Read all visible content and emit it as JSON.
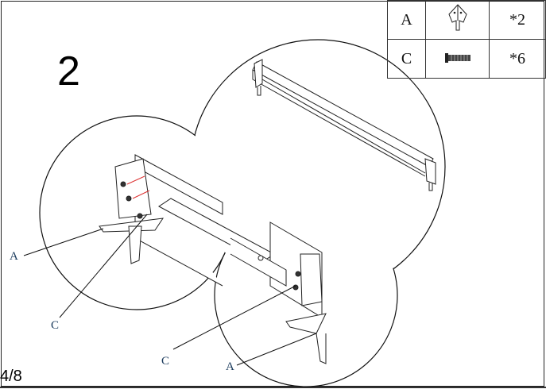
{
  "step_number": "2",
  "page_indicator": "4/8",
  "parts_table": [
    {
      "letter": "A",
      "icon": "bracket-leg-icon",
      "qty": "*2"
    },
    {
      "letter": "C",
      "icon": "bolt-icon",
      "qty": "*6"
    }
  ],
  "callouts": [
    "A",
    "C",
    "C",
    "A"
  ]
}
